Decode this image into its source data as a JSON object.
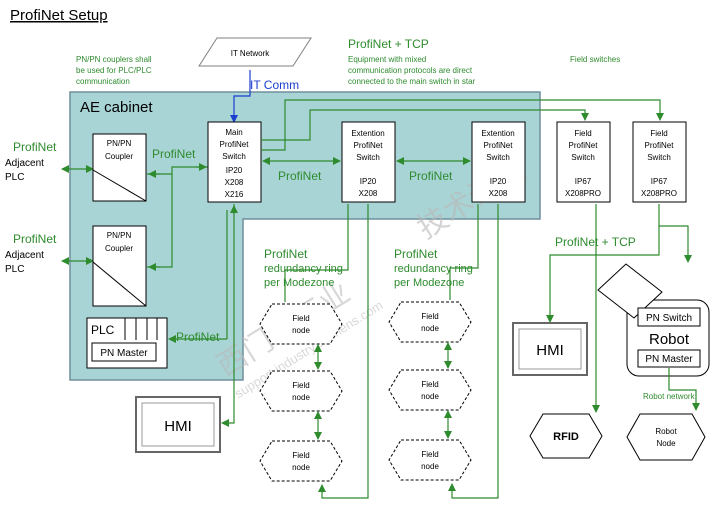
{
  "title": "ProfiNet Setup",
  "colors": {
    "cabinet_fill": "#a9d4d6",
    "cabinet_stroke": "#6f8f9c",
    "green": "#2e8b2e",
    "blue": "#1a3fcf",
    "watermark": "#b9b9b9"
  },
  "notes": {
    "pn_couplers": [
      "PN/PN couplers shall",
      "be used for PLC/PLC",
      "communication"
    ],
    "profinet_tcp_top": "ProfiNet + TCP",
    "mixed_equipment": [
      "Equipment with mixed",
      "communication protocols are direct",
      "connected to the main switch in star"
    ],
    "field_switches": "Field switches"
  },
  "it_network": {
    "label": "IT Network",
    "link_label": "IT Comm"
  },
  "cabinet": {
    "label": "AE cabinet"
  },
  "adjacent_plc": [
    {
      "bus": "ProfiNet",
      "line1": "Adjacent",
      "line2": "PLC"
    },
    {
      "bus": "ProfiNet",
      "line1": "Adjacent",
      "line2": "PLC"
    }
  ],
  "couplers": [
    {
      "line1": "PN/PN",
      "line2": "Coupler"
    },
    {
      "line1": "PN/PN",
      "line2": "Coupler"
    }
  ],
  "main_switch": [
    "Main",
    "ProfiNet",
    "Switch",
    "IP20",
    "X208",
    "X216"
  ],
  "ext_switches": [
    {
      "top": [
        "Extention",
        "ProfiNet",
        "Switch"
      ],
      "bottom": [
        "IP20",
        "X208"
      ]
    },
    {
      "top": [
        "Extention",
        "ProfiNet",
        "Switch"
      ],
      "bottom": [
        "IP20",
        "X208"
      ]
    }
  ],
  "field_switch_boxes": [
    {
      "top": [
        "Field",
        "ProfiNet",
        "Switch"
      ],
      "bottom": [
        "IP67",
        "X208PRO"
      ]
    },
    {
      "top": [
        "Field",
        "ProfiNet",
        "Switch"
      ],
      "bottom": [
        "IP67",
        "X208PRO"
      ]
    }
  ],
  "link_labels": {
    "coupler_main": "ProfiNet",
    "main_ext": "ProfiNet",
    "ext_ext": "ProfiNet",
    "plc_main": "ProfiNet",
    "profinet_tcp_right": "ProfiNet + TCP"
  },
  "plc": {
    "label": "PLC",
    "master": "PN Master"
  },
  "rings": [
    {
      "lines": [
        "ProfiNet",
        "redundancy ring",
        "per Modezone"
      ]
    },
    {
      "lines": [
        "ProfiNet",
        "redundancy ring",
        "per Modezone"
      ]
    }
  ],
  "field_node": [
    "Field",
    "node"
  ],
  "hmi": "HMI",
  "rfid": "RFID",
  "robot": {
    "switch": "PN Switch",
    "label": "Robot",
    "master": "PN Master",
    "network": "Robot network"
  },
  "robot_node": [
    "Robot",
    "Node"
  ],
  "watermark": [
    "西门子工业",
    "support.industry.siemens.com",
    "技术论坛"
  ]
}
